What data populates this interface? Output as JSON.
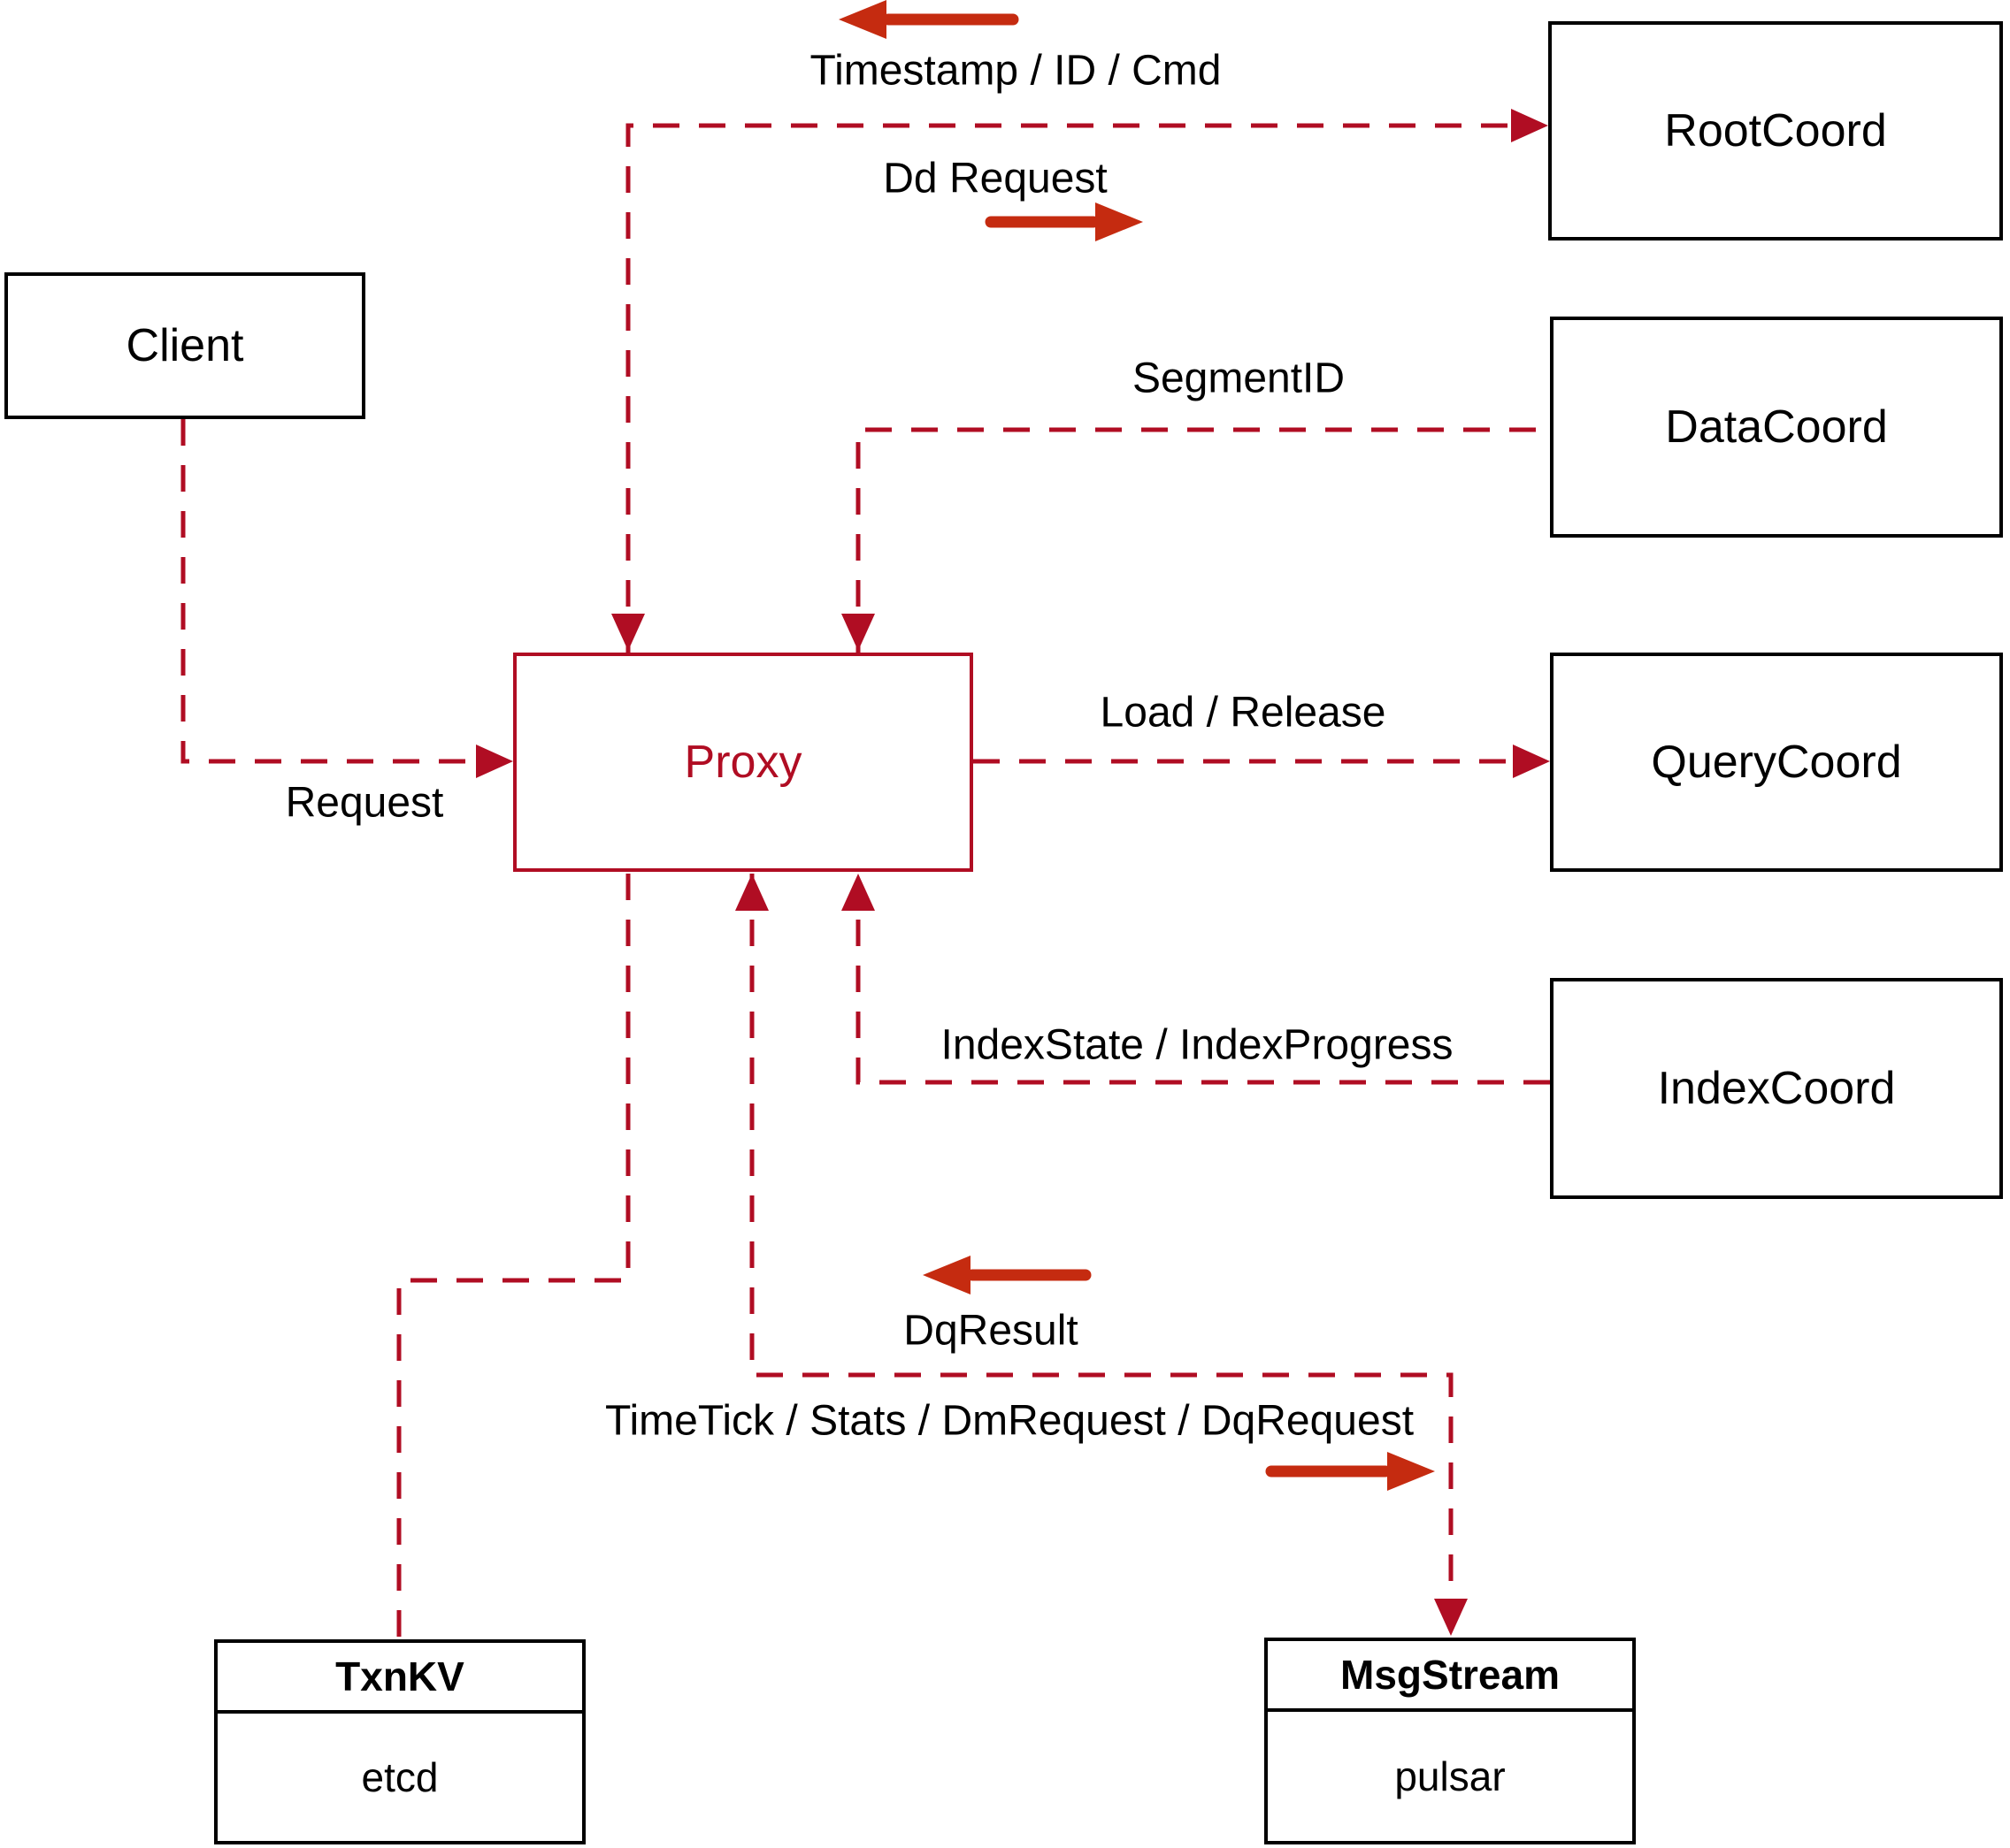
{
  "diagram": {
    "nodes": {
      "client": {
        "label": "Client"
      },
      "proxy": {
        "label": "Proxy"
      },
      "rootcoord": {
        "label": "RootCoord"
      },
      "datacoord": {
        "label": "DataCoord"
      },
      "querycoord": {
        "label": "QueryCoord"
      },
      "indexcoord": {
        "label": "IndexCoord"
      },
      "txnkv": {
        "title": "TxnKV",
        "impl": "etcd"
      },
      "msgstream": {
        "title": "MsgStream",
        "impl": "pulsar"
      }
    },
    "edge_labels": {
      "timestamp": "Timestamp / ID / Cmd",
      "dd_request": "Dd Request",
      "segment_id": "SegmentID",
      "request": "Request",
      "load_release": "Load / Release",
      "index_state": "IndexState / IndexProgress",
      "dq_result": "DqResult",
      "time_tick": "TimeTick / Stats / DmRequest / DqRequest"
    },
    "colors": {
      "edge": "#b00d23",
      "arrow": "#c52b10",
      "text": "#000000",
      "border": "#000000",
      "bg": "#ffffff"
    }
  }
}
